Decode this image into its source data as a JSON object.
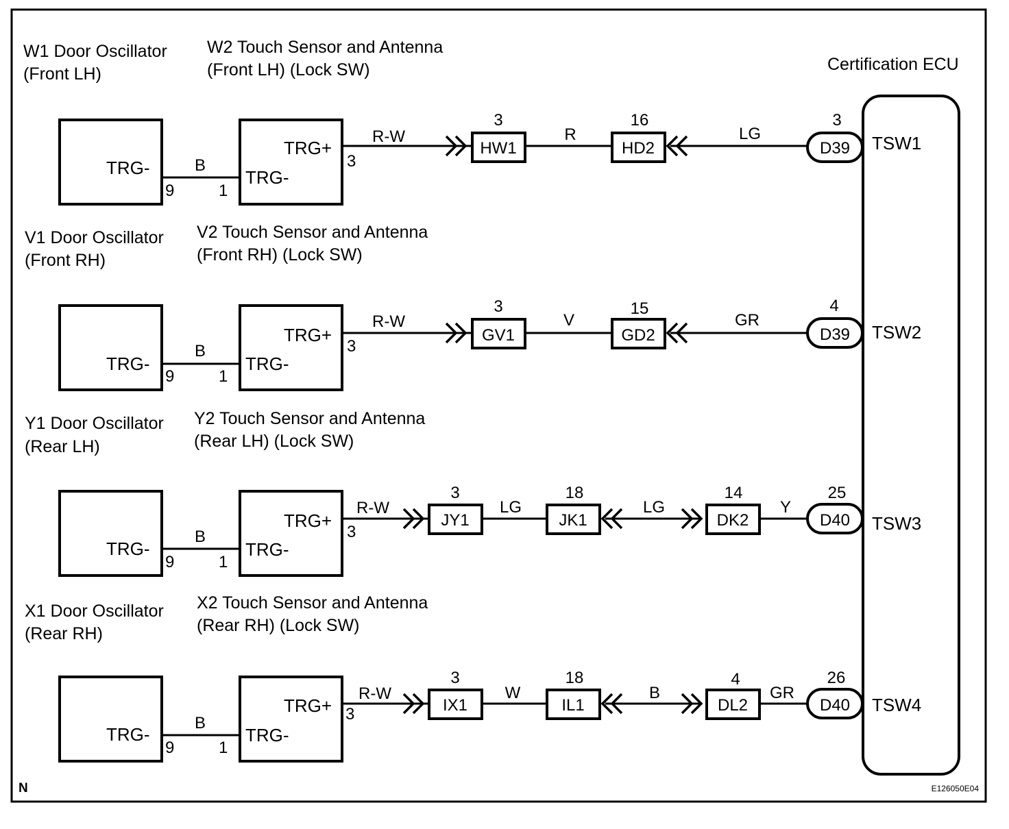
{
  "figure_code": "E126050E04",
  "corner_label": "N",
  "ecu": {
    "title": "Certification ECU",
    "terminals": [
      "TSW1",
      "TSW2",
      "TSW3",
      "TSW4"
    ]
  },
  "circuits": [
    {
      "oscillator": {
        "title_line1": "W1 Door Oscillator",
        "title_line2": "(Front LH)",
        "terminal": "TRG-",
        "pin": "9"
      },
      "sensor": {
        "title_line1": "W2 Touch Sensor and Antenna",
        "title_line2": "(Front LH) (Lock SW)",
        "terminal_plus": "TRG+",
        "terminal_minus": "TRG-",
        "pin_minus": "1",
        "pin_plus": "3"
      },
      "link_wire_color": "B",
      "out_wire_color": "R-W",
      "segments": [
        {
          "type": "box",
          "name": "HW1",
          "pin": "3",
          "arrow_in": "right",
          "wire_after": "R"
        },
        {
          "type": "box",
          "name": "HD2",
          "pin": "16",
          "arrow_out": "left",
          "wire_after": "LG"
        }
      ],
      "ecu_connector": {
        "name": "D39",
        "pin": "3",
        "terminal": "TSW1"
      }
    },
    {
      "oscillator": {
        "title_line1": "V1 Door Oscillator",
        "title_line2": "(Front RH)",
        "terminal": "TRG-",
        "pin": "9"
      },
      "sensor": {
        "title_line1": "V2 Touch Sensor and Antenna",
        "title_line2": "(Front RH) (Lock SW)",
        "terminal_plus": "TRG+",
        "terminal_minus": "TRG-",
        "pin_minus": "1",
        "pin_plus": "3"
      },
      "link_wire_color": "B",
      "out_wire_color": "R-W",
      "segments": [
        {
          "type": "box",
          "name": "GV1",
          "pin": "3",
          "wire_after": "V"
        },
        {
          "type": "box",
          "name": "GD2",
          "pin": "15",
          "wire_after": "GR"
        }
      ],
      "ecu_connector": {
        "name": "D39",
        "pin": "4",
        "terminal": "TSW2"
      }
    },
    {
      "oscillator": {
        "title_line1": "Y1 Door Oscillator",
        "title_line2": "(Rear LH)",
        "terminal": "TRG-",
        "pin": "9"
      },
      "sensor": {
        "title_line1": "Y2 Touch Sensor and Antenna",
        "title_line2": "(Rear LH) (Lock SW)",
        "terminal_plus": "TRG+",
        "terminal_minus": "TRG-",
        "pin_minus": "1",
        "pin_plus": "3"
      },
      "link_wire_color": "B",
      "out_wire_color": "R-W",
      "segments": [
        {
          "type": "box",
          "name": "JY1",
          "pin": "3",
          "wire_after": "LG"
        },
        {
          "type": "box",
          "name": "JK1",
          "pin": "18",
          "wire_after": "LG"
        },
        {
          "type": "box",
          "name": "DK2",
          "pin": "14",
          "wire_after": "Y"
        }
      ],
      "ecu_connector": {
        "name": "D40",
        "pin": "25",
        "terminal": "TSW3"
      }
    },
    {
      "oscillator": {
        "title_line1": "X1 Door Oscillator",
        "title_line2": "(Rear RH)",
        "terminal": "TRG-",
        "pin": "9"
      },
      "sensor": {
        "title_line1": "X2 Touch Sensor and Antenna",
        "title_line2": "(Rear RH) (Lock SW)",
        "terminal_plus": "TRG+",
        "terminal_minus": "TRG-",
        "pin_minus": "1",
        "pin_plus": "3"
      },
      "link_wire_color": "B",
      "out_wire_color": "R-W",
      "segments": [
        {
          "type": "box",
          "name": "IX1",
          "pin": "3",
          "wire_after": "W"
        },
        {
          "type": "box",
          "name": "IL1",
          "pin": "18",
          "wire_after": "B"
        },
        {
          "type": "box",
          "name": "DL2",
          "pin": "4",
          "wire_after": "GR"
        }
      ],
      "ecu_connector": {
        "name": "D40",
        "pin": "26",
        "terminal": "TSW4"
      }
    }
  ]
}
